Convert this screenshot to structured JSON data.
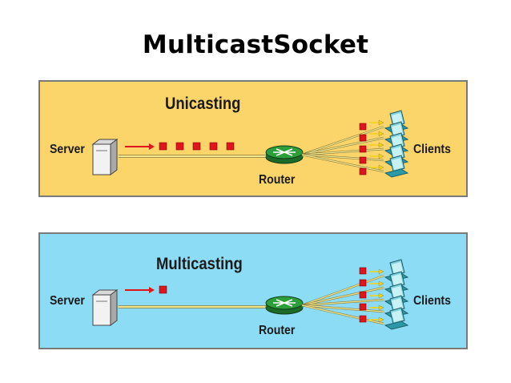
{
  "title": "MulticastSocket",
  "panels": [
    {
      "heading": "Unicasting",
      "server_label": "Server",
      "router_label": "Router",
      "clients_label": "Clients",
      "background": "#fbd56a",
      "icons": [
        "server-icon",
        "router-icon",
        "client-computer-icon"
      ]
    },
    {
      "heading": "Multicasting",
      "server_label": "Server",
      "router_label": "Router",
      "clients_label": "Clients",
      "background": "#8ddcf6",
      "icons": [
        "server-icon",
        "router-icon",
        "client-computer-icon"
      ]
    }
  ],
  "colors": {
    "packet": "#e0151b",
    "arrow": "#f2d21c",
    "link": "#f0e68c",
    "router": "#2e9d3c",
    "client": "#2a9aa8"
  }
}
